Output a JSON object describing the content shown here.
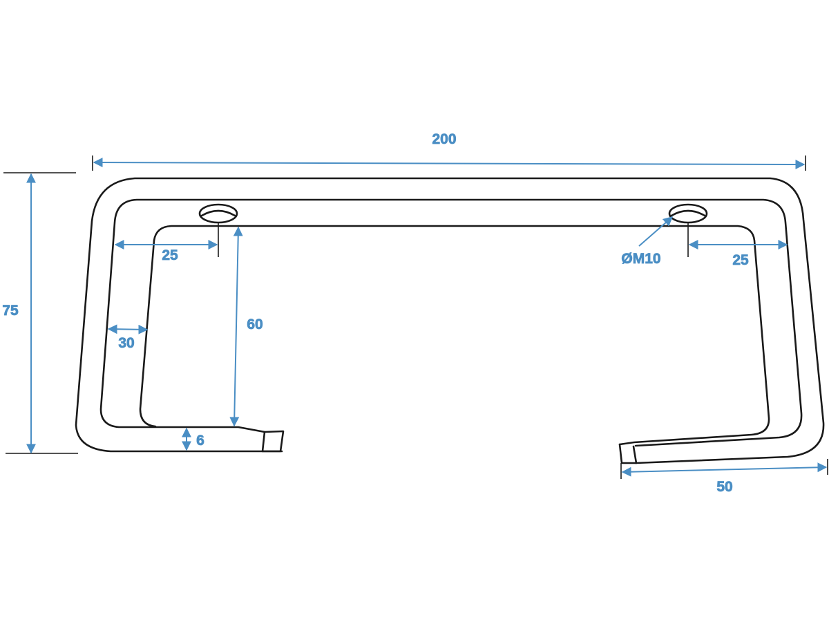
{
  "drawing": {
    "dimensions": {
      "overall_width": "200",
      "overall_height": "75",
      "hole_offset_left": "25",
      "hole_offset_right": "25",
      "leg_width": "30",
      "inner_height": "60",
      "thickness": "6",
      "foot_length": "50",
      "hole_diameter": "ØM10"
    },
    "colors": {
      "dimension": "#4a8ec4",
      "outline": "#1a1a1a"
    }
  }
}
